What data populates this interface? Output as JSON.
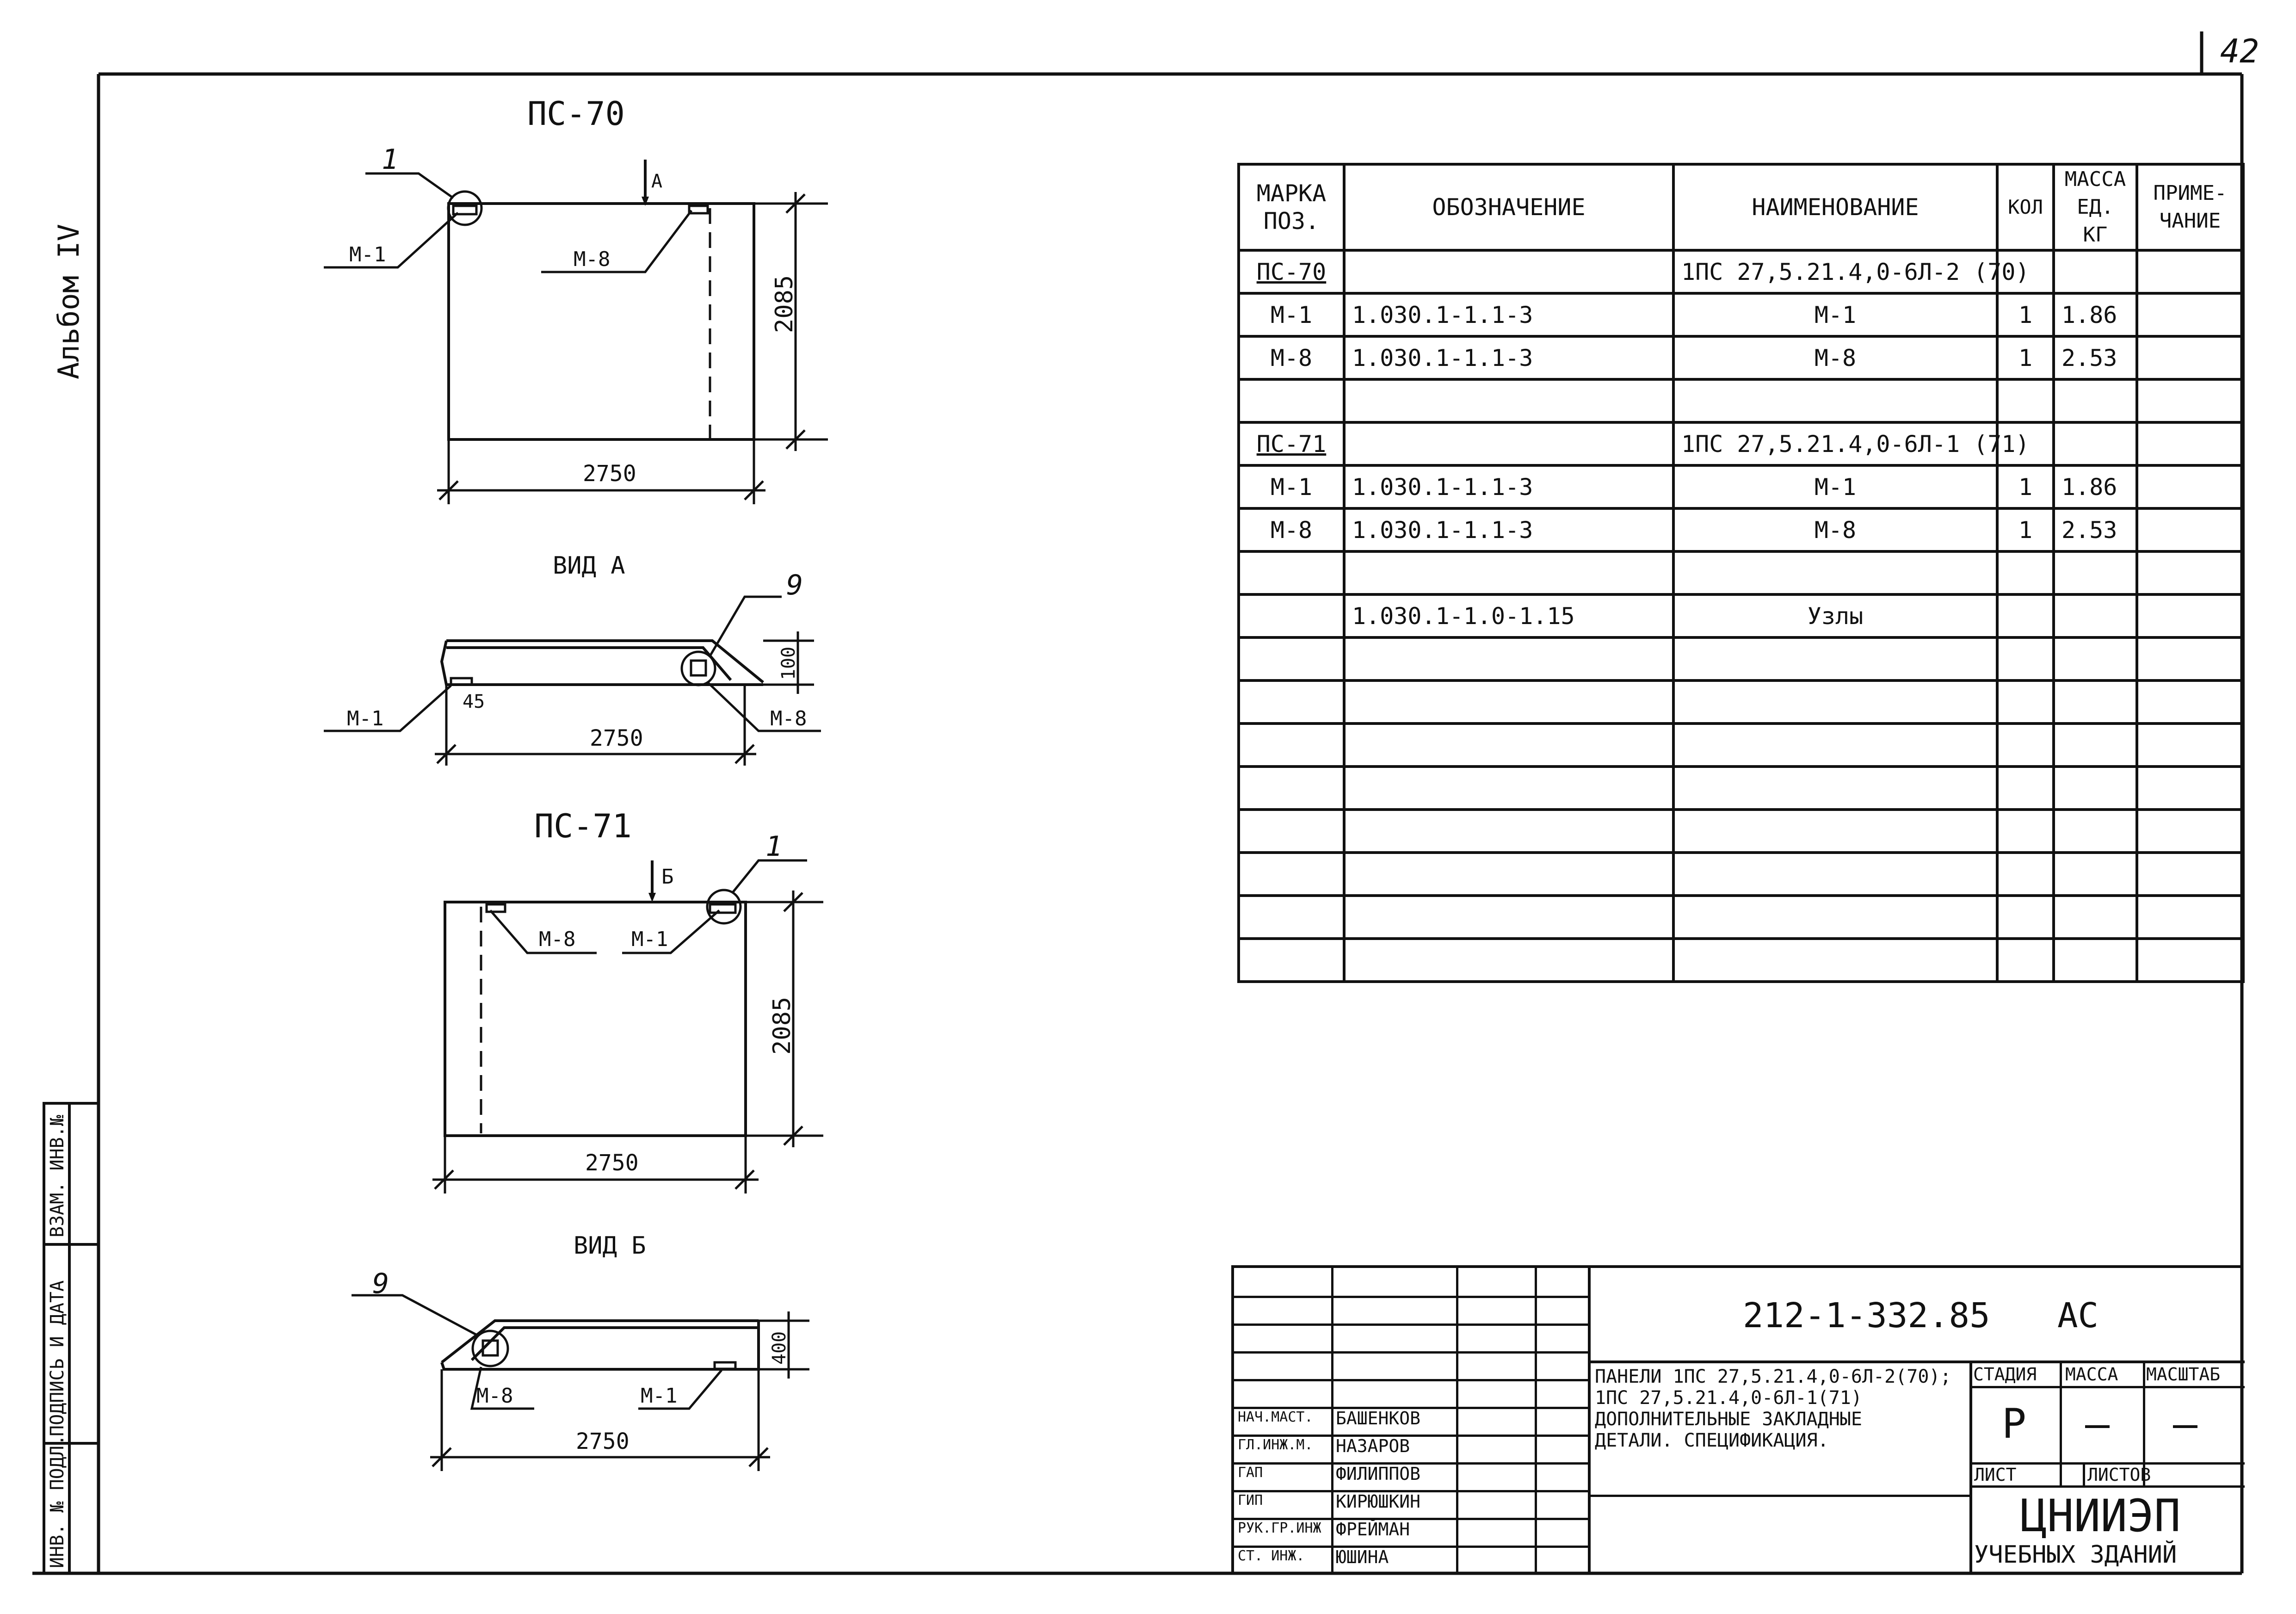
{
  "page_number": "42",
  "album_label": "Альбом IV",
  "side_stamp": {
    "inv_no": "ИНВ. № ПОДЛ.",
    "sign_date": "ПОДПИСЬ И ДАТА",
    "swap_inv": "ВЗАМ. ИНВ.№"
  },
  "drawings": {
    "ps70": {
      "title": "ПС-70",
      "callout": "1",
      "section_mark": "А",
      "m1": "М-1",
      "m8": "М-8",
      "height_dim": "2085",
      "width_dim": "2750"
    },
    "view_a": {
      "title": "ВИД А",
      "callout": "9",
      "dim_100": "100",
      "dim_45": "45",
      "m1": "М-1",
      "m8": "М-8",
      "width_dim": "2750"
    },
    "ps71": {
      "title": "ПС-71",
      "callout": "1",
      "section_mark": "Б",
      "m8": "М-8",
      "m1": "М-1",
      "height_dim": "2085",
      "width_dim": "2750"
    },
    "view_b": {
      "title": "ВИД Б",
      "callout": "9",
      "dim_400": "400",
      "m8": "М-8",
      "m1": "М-1",
      "width_dim": "2750"
    }
  },
  "spec_table": {
    "headers": [
      "МАРКА ПОЗ.",
      "ОБОЗНАЧЕНИЕ",
      "НАИМЕНОВАНИЕ",
      "КОЛ",
      "МАССА ЕД. КГ",
      "ПРИМЕ-ЧАНИЕ"
    ],
    "rows": [
      [
        "ПС-70",
        "",
        "1ПС 27,5.21.4,0-6Л-2 (70)",
        "",
        "",
        ""
      ],
      [
        "М-1",
        "1.030.1-1.1-3",
        "М-1",
        "1",
        "1.86",
        ""
      ],
      [
        "М-8",
        "1.030.1-1.1-3",
        "М-8",
        "1",
        "2.53",
        ""
      ],
      [
        "",
        "",
        "",
        "",
        "",
        ""
      ],
      [
        "ПС-71",
        "",
        "1ПС 27,5.21.4,0-6Л-1 (71)",
        "",
        "",
        ""
      ],
      [
        "М-1",
        "1.030.1-1.1-3",
        "М-1",
        "1",
        "1.86",
        ""
      ],
      [
        "М-8",
        "1.030.1-1.1-3",
        "М-8",
        "1",
        "2.53",
        ""
      ],
      [
        "",
        "",
        "",
        "",
        "",
        ""
      ],
      [
        "",
        "1.030.1-1.0-1.15",
        "Узлы",
        "",
        "",
        ""
      ],
      [
        "",
        "",
        "",
        "",
        "",
        ""
      ],
      [
        "",
        "",
        "",
        "",
        "",
        ""
      ],
      [
        "",
        "",
        "",
        "",
        "",
        ""
      ],
      [
        "",
        "",
        "",
        "",
        "",
        ""
      ],
      [
        "",
        "",
        "",
        "",
        "",
        ""
      ],
      [
        "",
        "",
        "",
        "",
        "",
        ""
      ],
      [
        "",
        "",
        "",
        "",
        "",
        ""
      ],
      [
        "",
        "",
        "",
        "",
        "",
        ""
      ]
    ]
  },
  "title_block": {
    "doc_code": "212-1-332.85",
    "doc_suffix": "АС",
    "description": [
      "ПАНЕЛИ 1ПС 27,5.21.4,0-6Л-2(70);",
      "1ПС 27,5.21.4,0-6Л-1(71)",
      "ДОПОЛНИТЕЛЬНЫЕ ЗАКЛАДНЫЕ",
      "ДЕТАЛИ. СПЕЦИФИКАЦИЯ."
    ],
    "stage_label": "СТАДИЯ",
    "mass_label": "МАССА",
    "scale_label": "МАСШТАБ",
    "stage_value": "Р",
    "mass_value": "—",
    "scale_value": "—",
    "sheet_label": "ЛИСТ",
    "sheets_label": "ЛИСТОВ",
    "org_name": "ЦНИИЭП",
    "org_sub": "УЧЕБНЫХ ЗДАНИЙ",
    "signers": [
      {
        "role": "НАЧ.МАСТ.",
        "name": "БАШЕНКОВ"
      },
      {
        "role": "ГЛ.ИНЖ.М.",
        "name": "НАЗАРОВ"
      },
      {
        "role": "ГАП",
        "name": "ФИЛИППОВ"
      },
      {
        "role": "ГИП",
        "name": "КИРЮШКИН"
      },
      {
        "role": "РУК.ГР.ИНЖ",
        "name": "ФРЕЙМАН"
      },
      {
        "role": "СТ. ИНЖ.",
        "name": "ЮШИНА"
      }
    ]
  }
}
